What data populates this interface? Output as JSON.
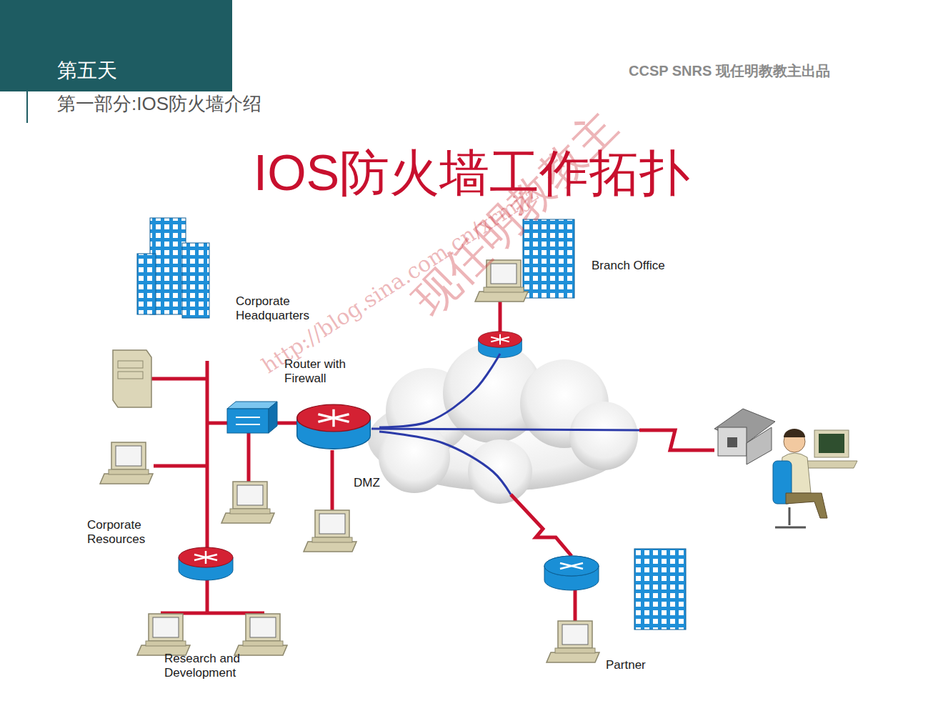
{
  "diagram": {
    "title": "IOS防火墙工作拓扑",
    "nodes": [
      {
        "text": [
          "Corporate Headquarters"
        ]
      },
      {
        "text": [
          "Router with Firewall"
        ]
      },
      {
        "text": [
          "Branch Office"
        ]
      },
      {
        "text": [
          "Corporate Resources"
        ]
      },
      {
        "text": [
          "DMZ"
        ]
      },
      {
        "text": [
          "Research and Development"
        ]
      },
      {
        "text": [
          "Partner"
        ]
      }
    ],
    "edges": [
      {
        "from": 1,
        "to": 2,
        "arrow": "none"
      },
      {
        "from": 1,
        "to": 4,
        "arrow": "none"
      },
      {
        "from": 1,
        "to": 6,
        "arrow": "none"
      }
    ],
    "labels": [
      "第五天",
      "第一部分:IOS防火墙介绍",
      "CCSP SNRS 现任明教教主出品",
      "现任明教教主",
      "http://blog.sina.com.cn/xrmjjz"
    ]
  }
}
